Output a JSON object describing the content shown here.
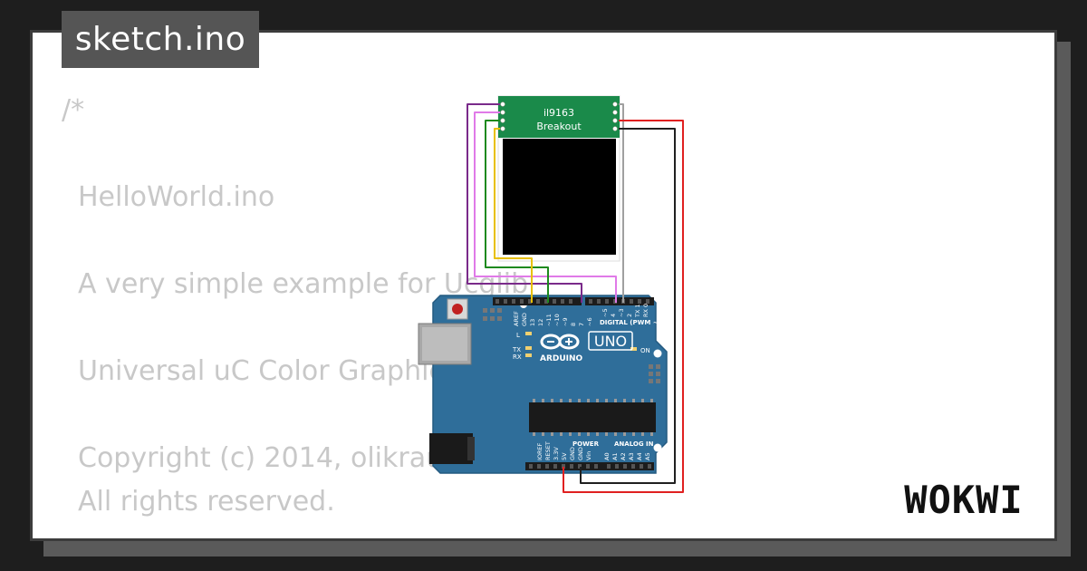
{
  "file_tab": {
    "label": "sketch.ino"
  },
  "code": {
    "lines": [
      "/*",
      "HelloWorld.ino",
      "A very simple example for Ucglib",
      "Universal uC Color Graphics Library",
      "Copyright (c) 2014, olikraus@gmail.com",
      "All rights reserved."
    ]
  },
  "display_module": {
    "header_line1": "il9163",
    "header_line2": "Breakout",
    "header_color": "#1a8a4a"
  },
  "board": {
    "name": "UNO",
    "brand": "ARDUINO",
    "color": "#2f6e9a",
    "digital_label": "DIGITAL (PWM ~)",
    "power_label": "POWER",
    "analog_label": "ANALOG IN",
    "on_label": "ON",
    "l_label": "L",
    "tx_label": "TX",
    "rx_label": "RX",
    "top_pins": [
      "AREF",
      "GND",
      "13",
      "12",
      "~11",
      "~10",
      "~9",
      "8",
      "7",
      "~6",
      "~5",
      "4",
      "~3",
      "2",
      "TX 1",
      "RX 0"
    ],
    "power_pins": [
      "IOREF",
      "RESET",
      "3.3V",
      "5V",
      "GND",
      "GND",
      "Vin"
    ],
    "analog_pins": [
      "A0",
      "A1",
      "A2",
      "A3",
      "A4",
      "A5"
    ]
  },
  "wires": {
    "purple": "#7a2a8a",
    "pink": "#e07ae8",
    "green": "#1e8a1e",
    "yellow": "#e8c000",
    "gray": "#a0a0a0",
    "red": "#e02020",
    "black": "#202020"
  },
  "brand_logo": {
    "text": "WOKWI"
  }
}
